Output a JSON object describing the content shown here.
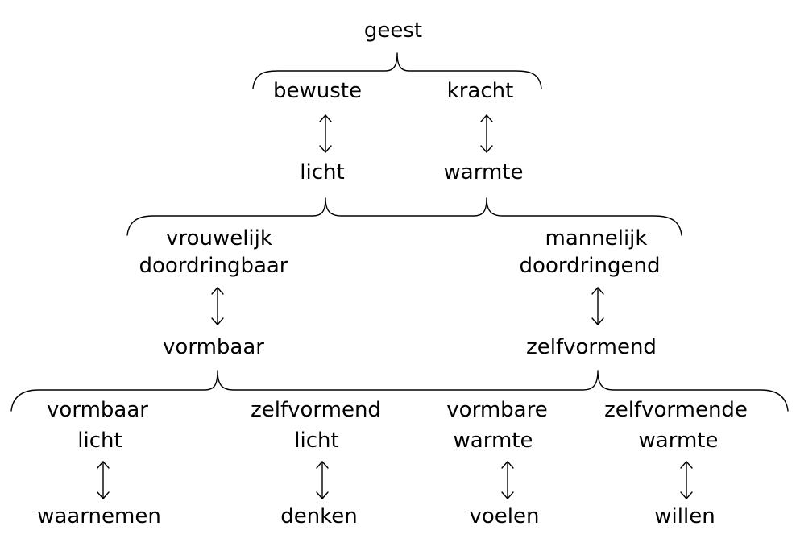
{
  "diagram": {
    "root": "geest",
    "level1": {
      "left": "bewuste",
      "right": "kracht"
    },
    "level2": {
      "left": "licht",
      "right": "warmte"
    },
    "level3": {
      "left": {
        "line1": "vrouwelijk",
        "line2": "doordringbaar"
      },
      "right": {
        "line1": "mannelijk",
        "line2": "doordringend"
      }
    },
    "level4": {
      "left": "vormbaar",
      "right": "zelfvormend"
    },
    "level5": [
      {
        "line1": "vormbaar",
        "line2": "licht",
        "activity": "waarnemen"
      },
      {
        "line1": "zelfvormend",
        "line2": "licht",
        "activity": "denken"
      },
      {
        "line1": "vormbare",
        "line2": "warmte",
        "activity": "voelen"
      },
      {
        "line1": "zelfvormende",
        "line2": "warmte",
        "activity": "willen"
      }
    ]
  }
}
